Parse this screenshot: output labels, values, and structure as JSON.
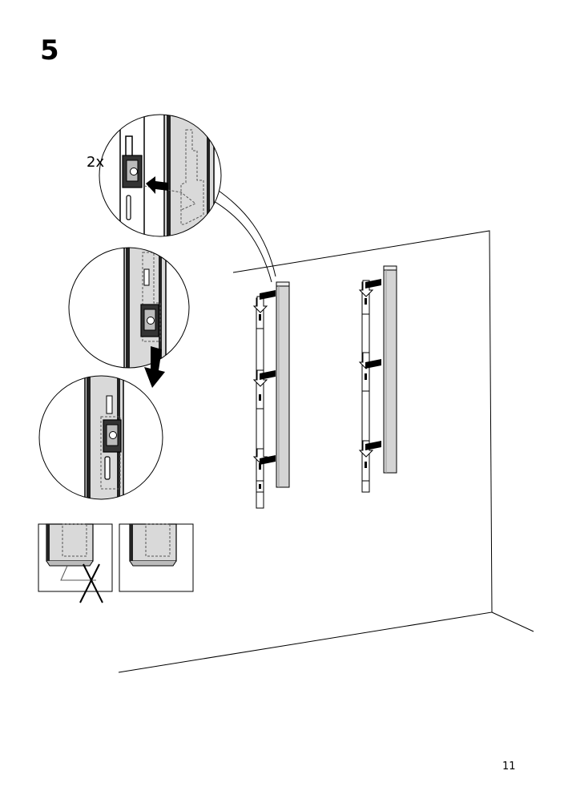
{
  "step": {
    "number": "5"
  },
  "detail": {
    "quantity": "2x"
  },
  "page": {
    "number": "11"
  }
}
